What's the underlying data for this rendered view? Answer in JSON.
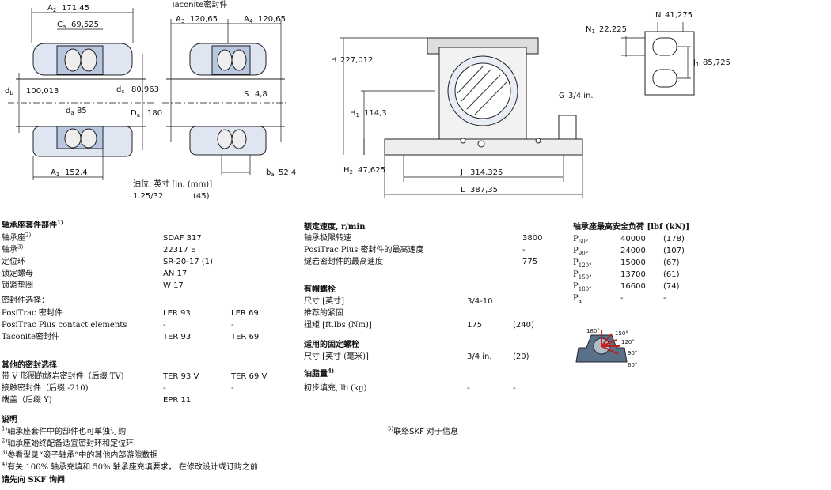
{
  "drawing": {
    "dims": {
      "a2": "171,45",
      "ca": "69,525",
      "db": "100,013",
      "dc": "80,963",
      "da": "85",
      "Da": "180",
      "a1": "152,4",
      "taconite": "Taconite密封件",
      "a3": "120,65",
      "a4": "120,65",
      "s": "4,8",
      "ba": "52,4",
      "H": "227,012",
      "H1": "114,3",
      "H2": "47,625",
      "G": "3/4 in.",
      "J": "314,325",
      "L": "387,35",
      "N1": "22,225",
      "N": "41,275",
      "J1": "85,725"
    },
    "oil": {
      "label": "油位, 英寸 [in. (mm)]",
      "value": "1.25/32",
      "value_mm": "(45)"
    }
  },
  "col1": {
    "title": "轴承座套件部件",
    "title_sup": "1)",
    "rows": [
      {
        "label": "轴承座",
        "sup": "2)",
        "value": "SDAF 317"
      },
      {
        "label": "轴承",
        "sup": "3)",
        "value": "22317 E"
      },
      {
        "label": "定位环",
        "sup": "",
        "value": "SR-20-17 (1)"
      },
      {
        "label": "锁定螺母",
        "sup": "",
        "value": "AN 17"
      },
      {
        "label": "锁紧垫圈",
        "sup": "",
        "value": "W 17"
      }
    ],
    "seal_title": "密封件选择：",
    "seals": [
      {
        "label": "PosiTrac 密封件",
        "v1": "LER 93",
        "v2": "LER 69"
      },
      {
        "label": "PosiTrac Plus contact elements",
        "v1": "-",
        "v2": "-"
      },
      {
        "label": "Taconite密封件",
        "v1": "TER 93",
        "v2": "TER 69"
      }
    ],
    "other_title": "其他的密封选择",
    "others": [
      {
        "label": "带 V 形圈的燧岩密封件（后缀 TV)",
        "v1": "TER 93 V",
        "v2": "TER 69 V"
      },
      {
        "label": "接触密封件（后缀 -210)",
        "v1": "-",
        "v2": "-"
      },
      {
        "label": "端盖（后缀 Y)",
        "v1": "EPR 11",
        "v2": ""
      }
    ]
  },
  "col2": {
    "speed_title": "额定速度, r/min",
    "speeds": [
      {
        "label": "轴承极限转速",
        "value": "3800"
      },
      {
        "label": "PosiTrac Plus 密封件的最高速度",
        "value": "-"
      },
      {
        "label": "燧岩密封件的最高速度",
        "value": "775"
      }
    ],
    "cap_title": "有帽螺栓",
    "cap_rows": [
      {
        "label": "尺寸 [英寸]",
        "v1": "3/4-10",
        "v2": ""
      },
      {
        "label": "推荐的紧固",
        "v1": "",
        "v2": ""
      },
      {
        "label": "扭矩 [ft.lbs (Nm)]",
        "v1": "175",
        "v2": "(240)"
      }
    ],
    "fix_title": "适用的固定螺栓",
    "fix_rows": [
      {
        "label": "尺寸 [英寸 (毫米)]",
        "v1": "3/4 in.",
        "v2": "(20)"
      }
    ],
    "grease_title": "油脂量",
    "grease_sup": "4)",
    "grease_rows": [
      {
        "label": "初步填充, lb (kg)",
        "v1": "-",
        "v2": "-"
      }
    ]
  },
  "col3": {
    "title": "轴承座最高安全负荷 [lbf (kN)]",
    "rows": [
      {
        "p": "P",
        "sub": "60°",
        "v1": "40000",
        "v2": "(178)"
      },
      {
        "p": "P",
        "sub": "90°",
        "v1": "24000",
        "v2": "(107)"
      },
      {
        "p": "P",
        "sub": "120°",
        "v1": "15000",
        "v2": "(67)"
      },
      {
        "p": "P",
        "sub": "150°",
        "v1": "13700",
        "v2": "(61)"
      },
      {
        "p": "P",
        "sub": "180°",
        "v1": "16600",
        "v2": "(74)"
      },
      {
        "p": "P",
        "sub": "a",
        "v1": "-",
        "v2": "-"
      }
    ],
    "angles": [
      "180°",
      "150°",
      "120°",
      "90°",
      "60°"
    ]
  },
  "notes": {
    "title": "说明",
    "items": [
      {
        "sup": "1)",
        "text": "轴承座套件中的部件也可单独订购"
      },
      {
        "sup": "2)",
        "text": "轴承座始终配备适宜密封环和定位环"
      },
      {
        "sup": "3)",
        "text": "参看型录“滚子轴承”中的其他内部游隙数据"
      },
      {
        "sup": "4)",
        "text": "有关 100% 轴承充填和 50% 轴承座充填要求， 在修改设计或订购之前"
      }
    ],
    "footer": "请先向 SKF 询问",
    "note5_sup": "5)",
    "note5": "联络SKF 对于信息"
  }
}
